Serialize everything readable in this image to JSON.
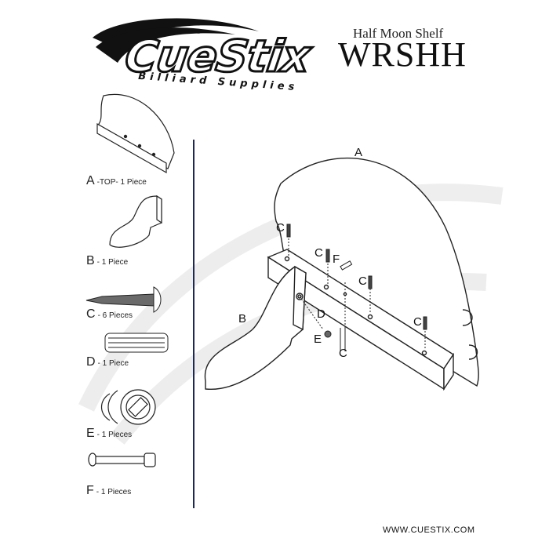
{
  "brand": {
    "name": "CueStix",
    "tagline": "Billiard Supplies"
  },
  "product": {
    "name": "Half Moon Shelf",
    "code": "WRSHH"
  },
  "parts": [
    {
      "letter": "A",
      "desc": "-TOP- 1 Piece"
    },
    {
      "letter": "B",
      "desc": "- 1 Piece"
    },
    {
      "letter": "C",
      "desc": "- 6 Pieces"
    },
    {
      "letter": "D",
      "desc": "- 1 Piece"
    },
    {
      "letter": "E",
      "desc": "- 1 Pieces"
    },
    {
      "letter": "F",
      "desc": "- 1 Pieces"
    }
  ],
  "assembly_labels": {
    "a": "A",
    "b": "B",
    "c1": "C",
    "c2": "C",
    "c3": "C",
    "c4": "C",
    "c5": "C",
    "d": "D",
    "e": "E",
    "f": "F"
  },
  "website": "WWW.CUESTIX.COM",
  "colors": {
    "ink": "#1a1a1a",
    "divider": "#1e2a55",
    "watermark": "#ececec"
  }
}
